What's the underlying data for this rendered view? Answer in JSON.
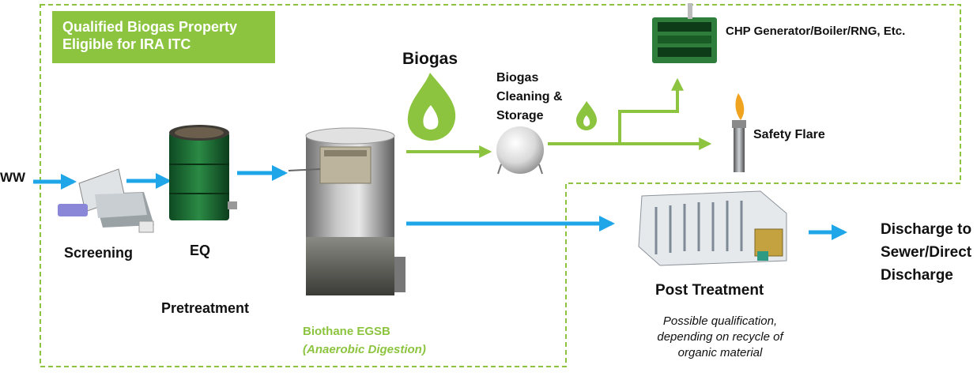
{
  "region": {
    "title_line1": "Qualified Biogas Property",
    "title_line2": "Eligible for IRA ITC"
  },
  "colors": {
    "green": "#8cc43f",
    "blue": "#1ea6e8",
    "dashed_border": "#8cc43f"
  },
  "labels": {
    "ww": "WW",
    "screening": "Screening",
    "eq": "EQ",
    "pretreatment": "Pretreatment",
    "biogas": "Biogas",
    "cleaning_line1": "Biogas",
    "cleaning_line2": "Cleaning &",
    "cleaning_line3": "Storage",
    "chp": "CHP Generator/Boiler/RNG, Etc.",
    "flare": "Safety Flare",
    "egsb_line1": "Biothane EGSB",
    "egsb_line2": "(Anaerobic Digestion)",
    "post_treatment": "Post Treatment",
    "post_note_line1": "Possible qualification,",
    "post_note_line2": "depending on recycle of",
    "post_note_line3": "organic material",
    "discharge_line1": "Discharge to",
    "discharge_line2": "Sewer/Direct",
    "discharge_line3": "Discharge"
  },
  "icons": {
    "flame_large": "flame-icon",
    "flame_small": "flame-icon",
    "storage_sphere": "sphere-icon"
  }
}
